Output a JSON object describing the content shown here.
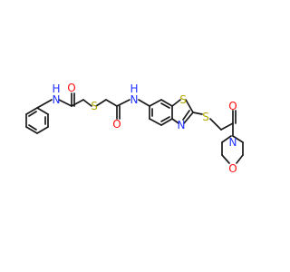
{
  "molecule": {
    "atom_colors": {
      "N": "#2233ff",
      "O": "#ff0d0d",
      "S": "#b2a800",
      "H": "#2233ff"
    },
    "labels": {
      "amide1_N": "N",
      "amide1_H": "H",
      "amide1_O": "O",
      "thioether1_S": "S",
      "amide2_O": "O",
      "amide2_N": "N",
      "amide2_H": "H",
      "thiazole_S": "S",
      "thiazole_N": "N",
      "thioether2_S": "S",
      "amide3_O": "O",
      "morpholine_N": "N",
      "morpholine_O": "O"
    }
  }
}
